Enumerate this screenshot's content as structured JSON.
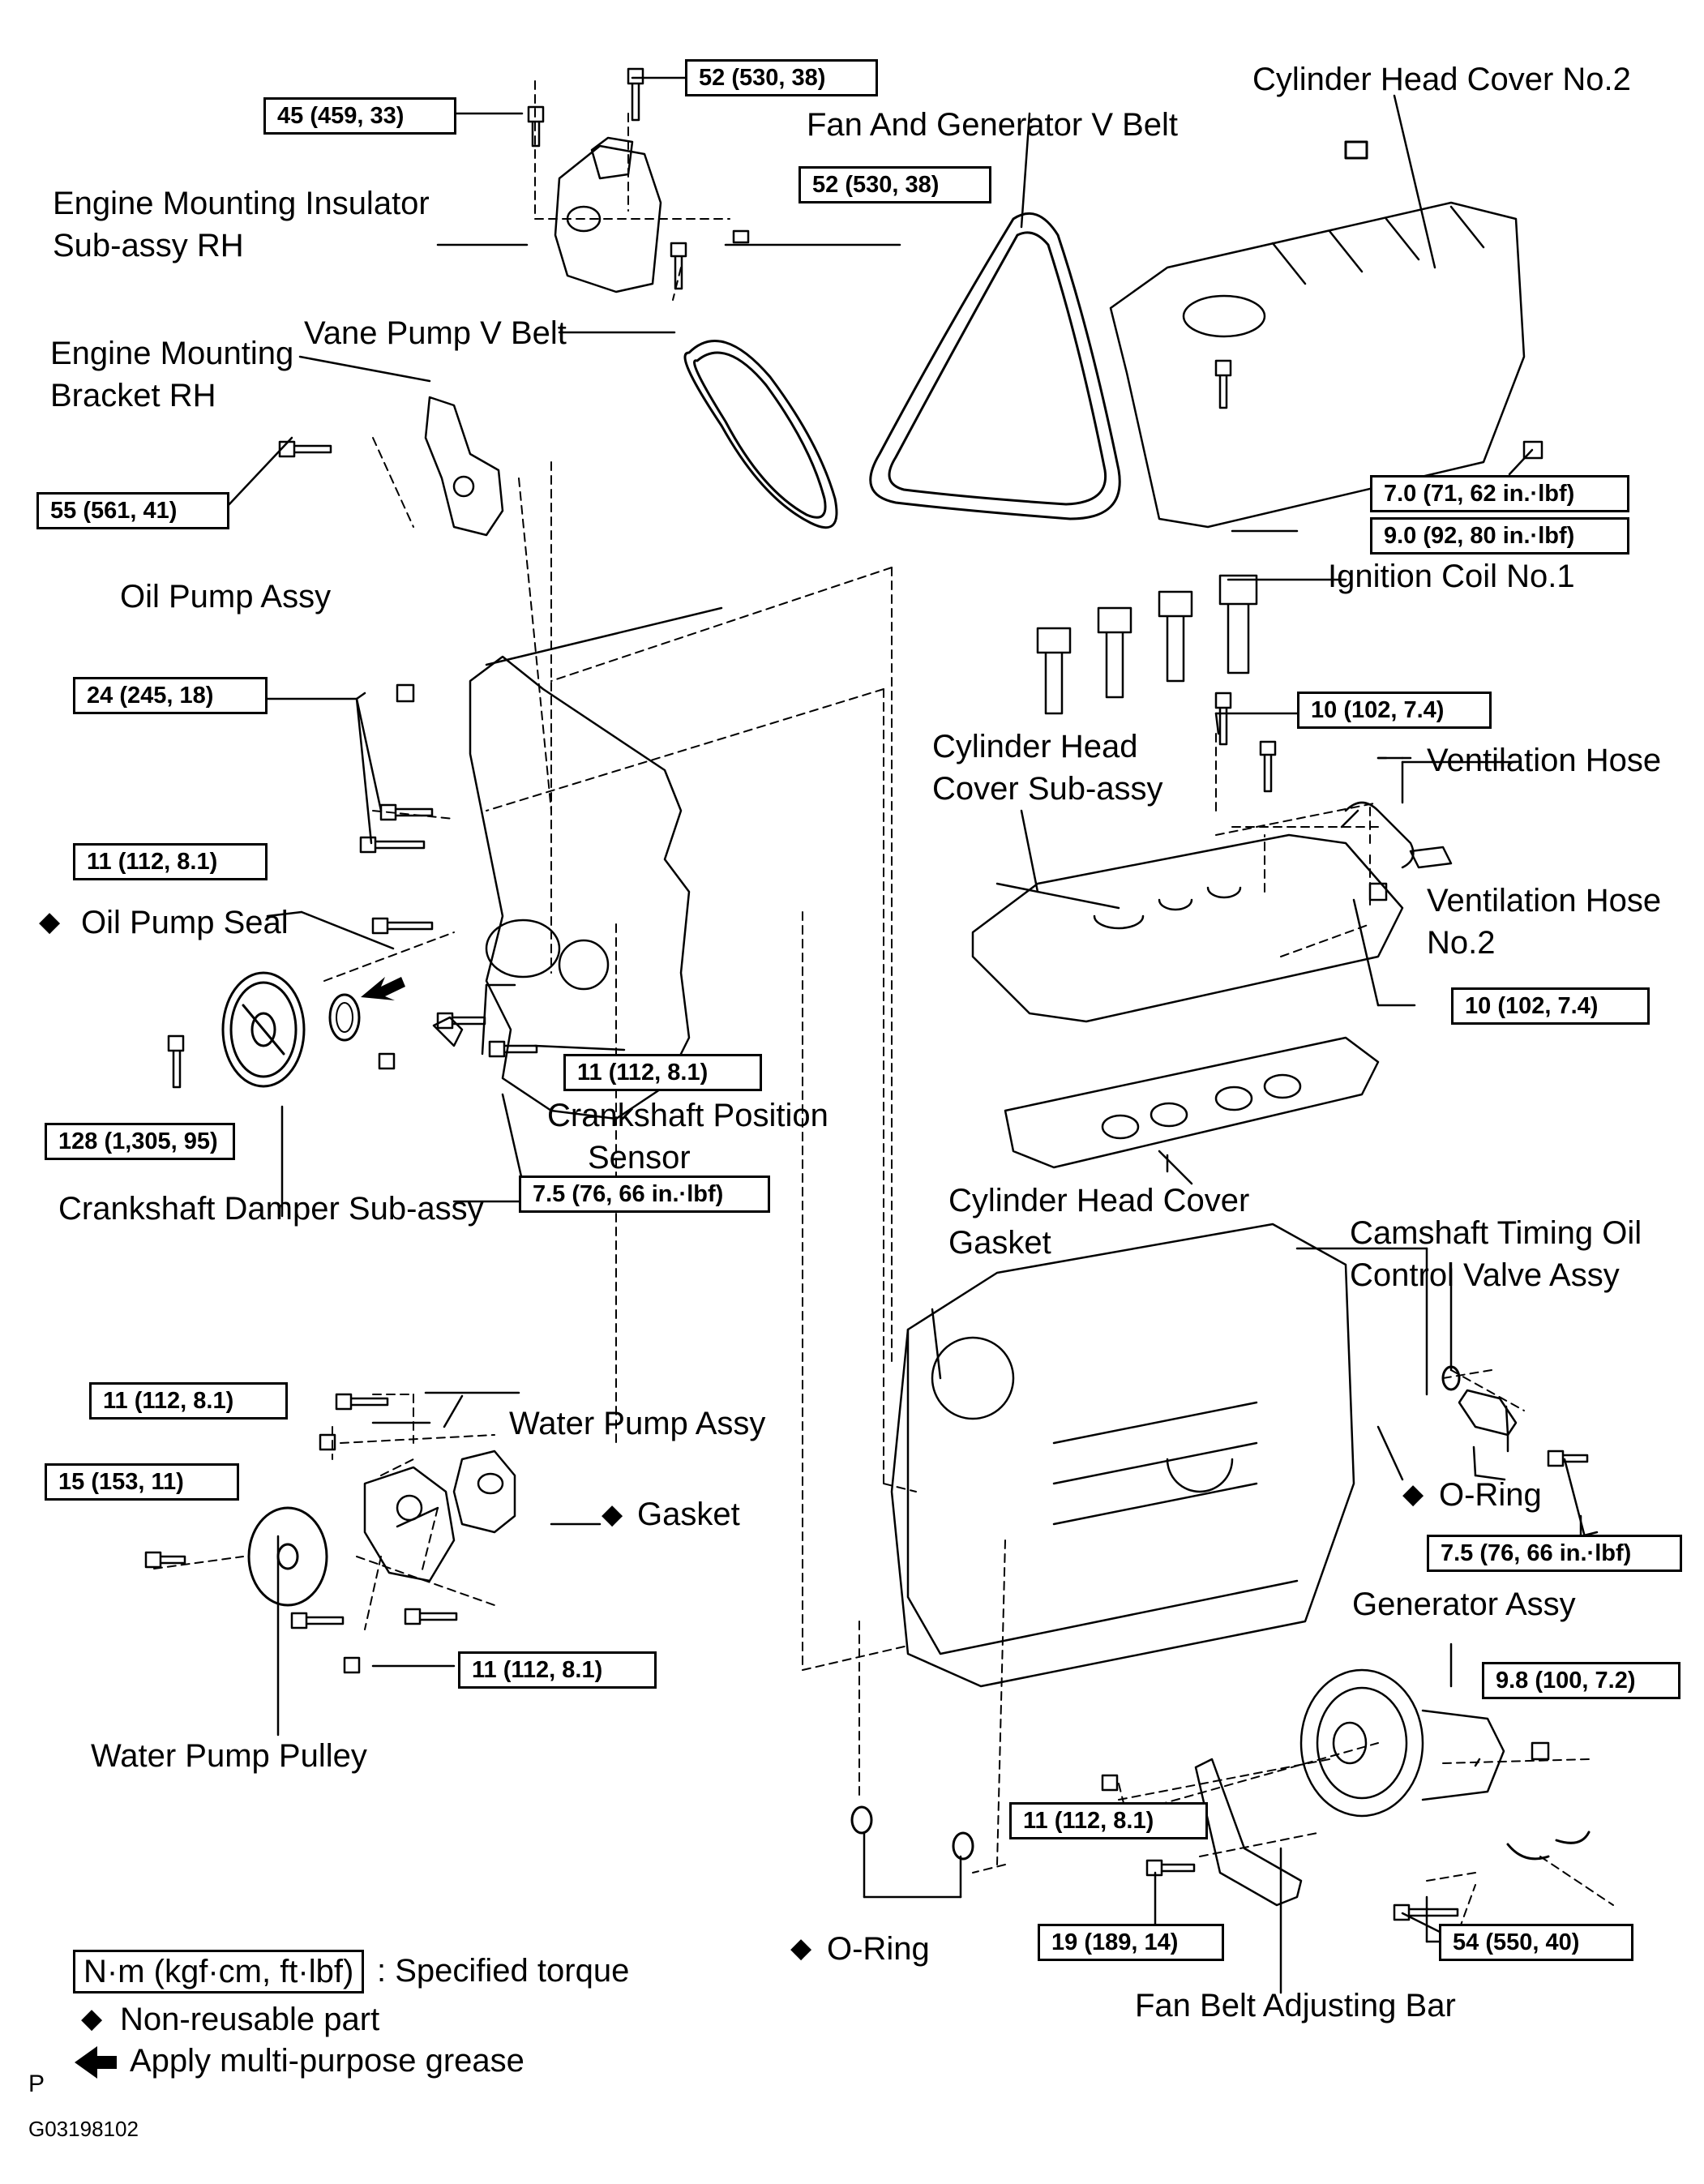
{
  "labels": {
    "engine_mounting_insulator": [
      "Engine Mounting Insulator",
      "Sub-assy RH"
    ],
    "engine_mounting_bracket": [
      "Engine Mounting",
      "Bracket RH"
    ],
    "vane_pump_v_belt": "Vane Pump V Belt",
    "fan_generator_v_belt": "Fan And Generator V Belt",
    "cylinder_head_cover_no2": "Cylinder Head Cover No.2",
    "oil_pump_assy": "Oil Pump Assy",
    "ignition_coil": "Ignition Coil No.1",
    "cylinder_head_cover_subassy": [
      "Cylinder Head",
      "Cover Sub-assy"
    ],
    "ventilation_hose": "Ventilation Hose",
    "ventilation_hose_no2": [
      "Ventilation Hose",
      "No.2"
    ],
    "oil_pump_seal": "Oil Pump Seal",
    "crankshaft_position_sensor": [
      "Crankshaft Position",
      "Sensor"
    ],
    "crankshaft_damper": "Crankshaft Damper Sub-assy",
    "cylinder_head_cover_gasket": [
      "Cylinder Head Cover",
      "Gasket"
    ],
    "camshaft_timing_valve": [
      "Camshaft Timing Oil",
      "Control Valve Assy"
    ],
    "water_pump_assy": "Water Pump Assy",
    "gasket": "Gasket",
    "o_ring_right": "O-Ring",
    "generator_assy": "Generator Assy",
    "water_pump_pulley": "Water Pump Pulley",
    "o_ring_bottom": "O-Ring",
    "fan_belt_adjusting_bar": "Fan Belt Adjusting Bar"
  },
  "torques": {
    "t52_top": "52 (530, 38)",
    "t45": "45 (459, 33)",
    "t52_mid": "52 (530, 38)",
    "t55": "55 (561, 41)",
    "t70": "7.0 (71, 62 in.·lbf)",
    "t90": "9.0 (92, 80 in.·lbf)",
    "t24": "24 (245, 18)",
    "t10_a": "10 (102, 7.4)",
    "t11_a": "11 (112, 8.1)",
    "t10_b": "10 (102, 7.4)",
    "t11_b": "11 (112, 8.1)",
    "t128": "128 (1,305, 95)",
    "t75_a": "7.5 (76, 66 in.·lbf)",
    "t11_c": "11 (112, 8.1)",
    "t15": "15 (153, 11)",
    "t75_b": "7.5 (76, 66 in.·lbf)",
    "t98": "9.8 (100, 7.2)",
    "t11_d": "11 (112, 8.1)",
    "t11_e": "11 (112, 8.1)",
    "t19": "19 (189, 14)",
    "t54": "54 (550, 40)"
  },
  "legend": {
    "unit_box": "N·m (kgf·cm, ft·lbf)",
    "unit_desc": ": Specified torque",
    "nonreusable": "Non-reusable part",
    "grease": "Apply multi-purpose grease"
  },
  "footer": {
    "p": "P",
    "code": "G03198102"
  },
  "symbols": {
    "diamond": "◆",
    "arrow": "🡄"
  }
}
